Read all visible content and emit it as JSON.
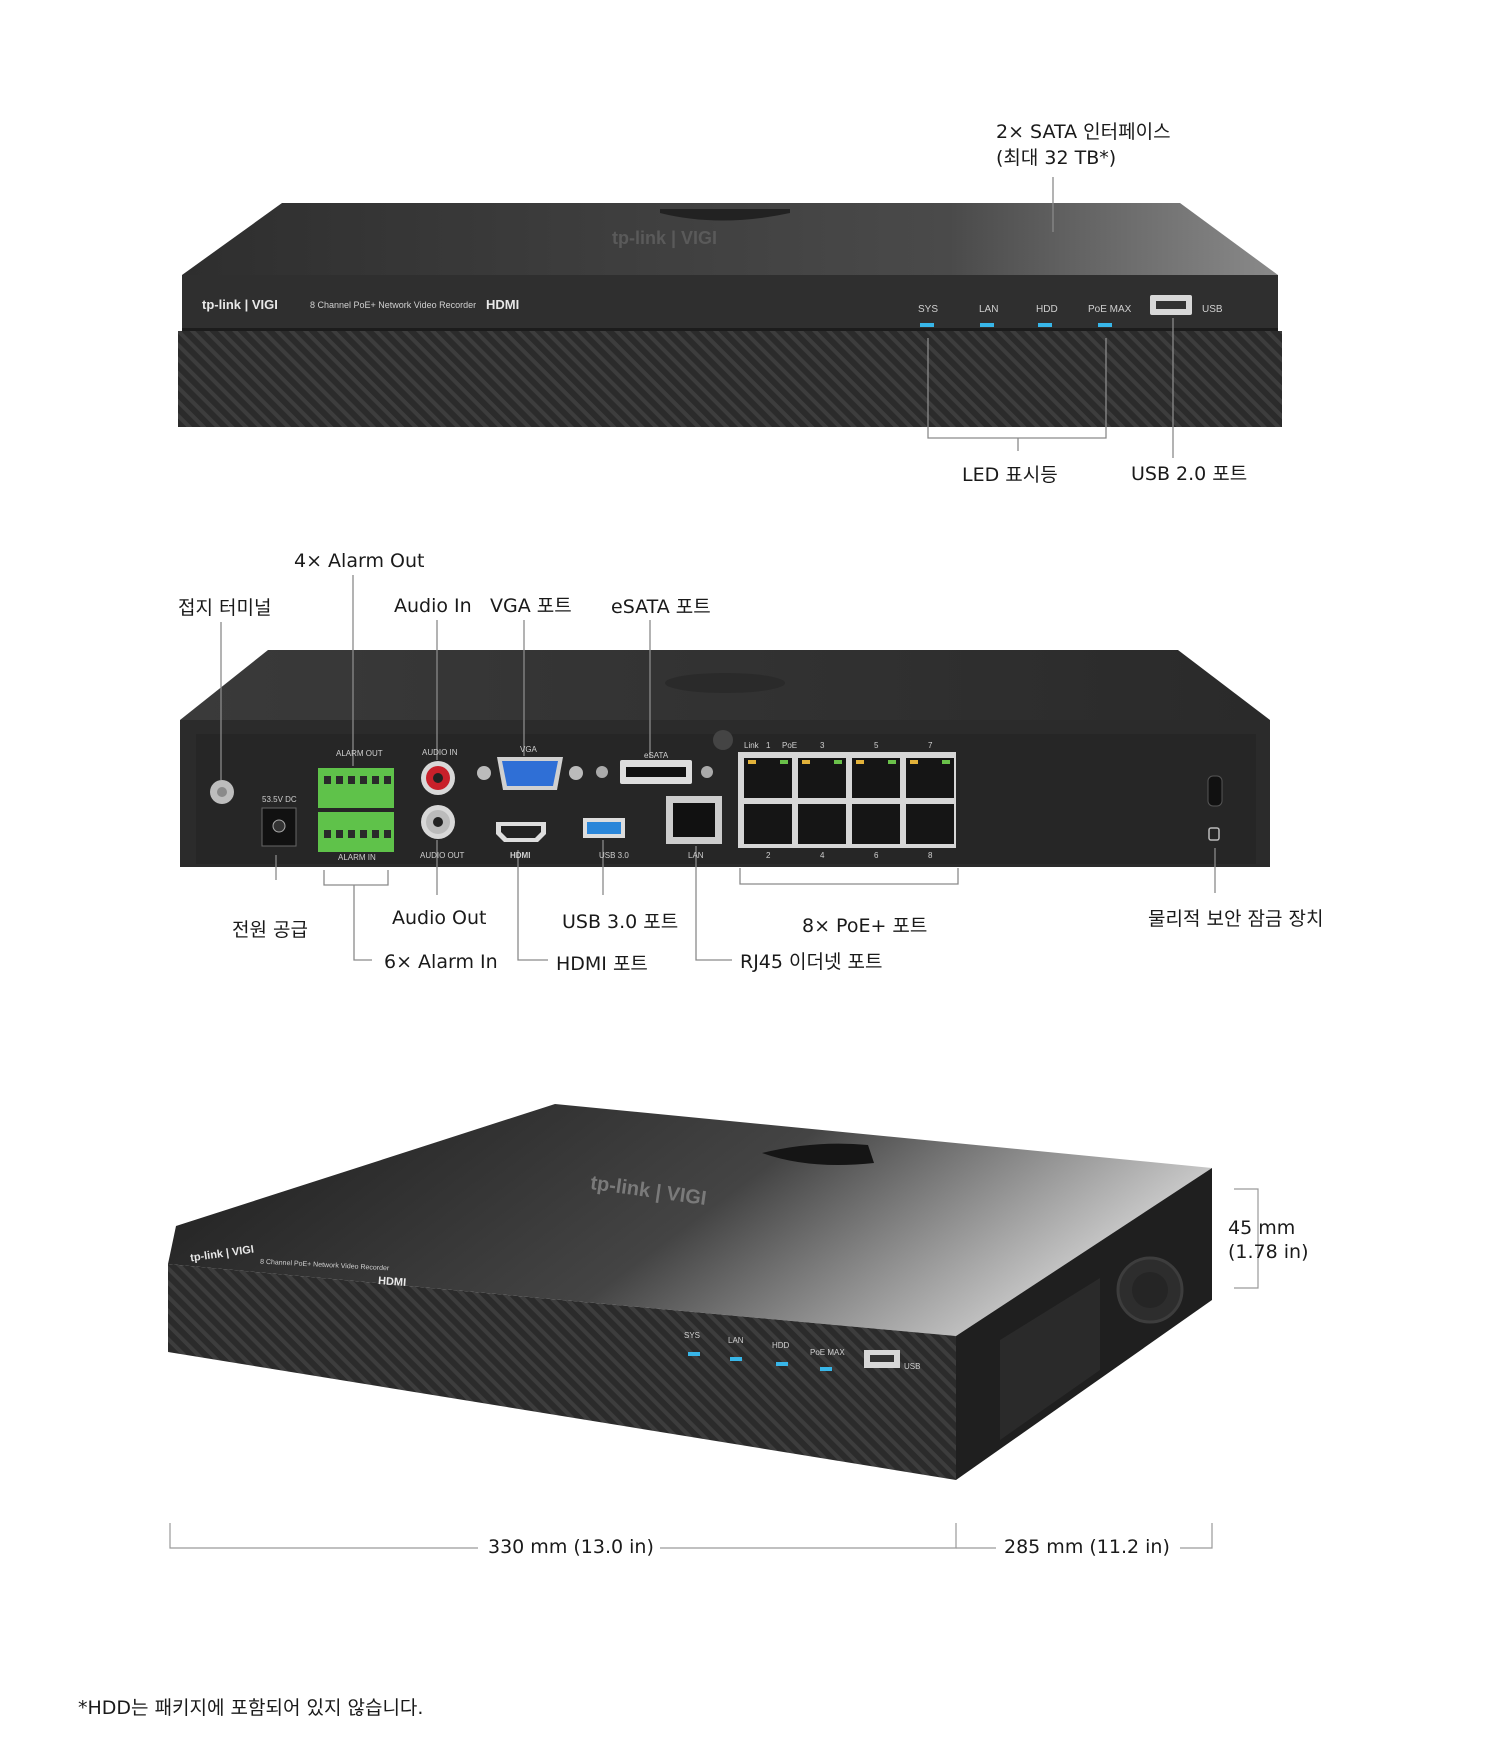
{
  "front": {
    "sata": "2× SATA 인터페이스",
    "sata_sub": "(최대 32 TB*)",
    "led": "LED 표시등",
    "usb2": "USB 2.0 포트",
    "panel_brand": "tp-link | VIGI",
    "panel_model": "8 Channel PoE+ Network Video Recorder",
    "panel_hdmi": "HDMI",
    "leds": [
      "SYS",
      "LAN",
      "HDD",
      "PoE MAX"
    ],
    "usb_label": "USB",
    "top_logo": "tp-link | VIGI",
    "led_color": "#38b6e8"
  },
  "rear": {
    "ground": "접지 터미널",
    "alarm_out": "4× Alarm Out",
    "audio_in": "Audio In",
    "vga": "VGA 포트",
    "esata": "eSATA 포트",
    "power": "전원 공급",
    "audio_out": "Audio Out",
    "usb3": "USB 3.0 포트",
    "poe": "8× PoE+ 포트",
    "lock": "물리적 보안 잠금 장치",
    "alarm_in": "6× Alarm In",
    "hdmi": "HDMI 포트",
    "rj45": "RJ45 이더넷 포트",
    "panel": {
      "dc": "53.5V DC",
      "alarm_out": "ALARM OUT",
      "alarm_in": "ALARM IN",
      "audio_in": "AUDIO IN",
      "audio_out": "AUDIO OUT",
      "vga": "VGA",
      "esata": "eSATA",
      "usb3": "USB 3.0",
      "lan": "LAN",
      "hdmi": "HDMI",
      "link": "Link",
      "poe": "PoE",
      "port_top": [
        "1",
        "3",
        "5",
        "7"
      ],
      "port_bottom": [
        "2",
        "4",
        "6",
        "8"
      ]
    },
    "terminal_color": "#5fc24a",
    "vga_color": "#2f6fd6",
    "usb3_color": "#2a86d9",
    "audio_in_color": "#c8202a"
  },
  "iso": {
    "height": "45 mm",
    "height_in": "(1.78 in)",
    "width": "330 mm (13.0 in)",
    "depth": "285 mm (11.2 in)",
    "panel_brand": "tp-link | VIGI",
    "panel_model": "8 Channel PoE+ Network Video Recorder",
    "panel_hdmi": "HDMI",
    "leds": [
      "SYS",
      "LAN",
      "HDD",
      "PoE MAX"
    ],
    "usb_label": "USB",
    "top_logo": "tp-link | VIGI"
  },
  "footnote": "*HDD는 패키지에 포함되어 있지 않습니다."
}
